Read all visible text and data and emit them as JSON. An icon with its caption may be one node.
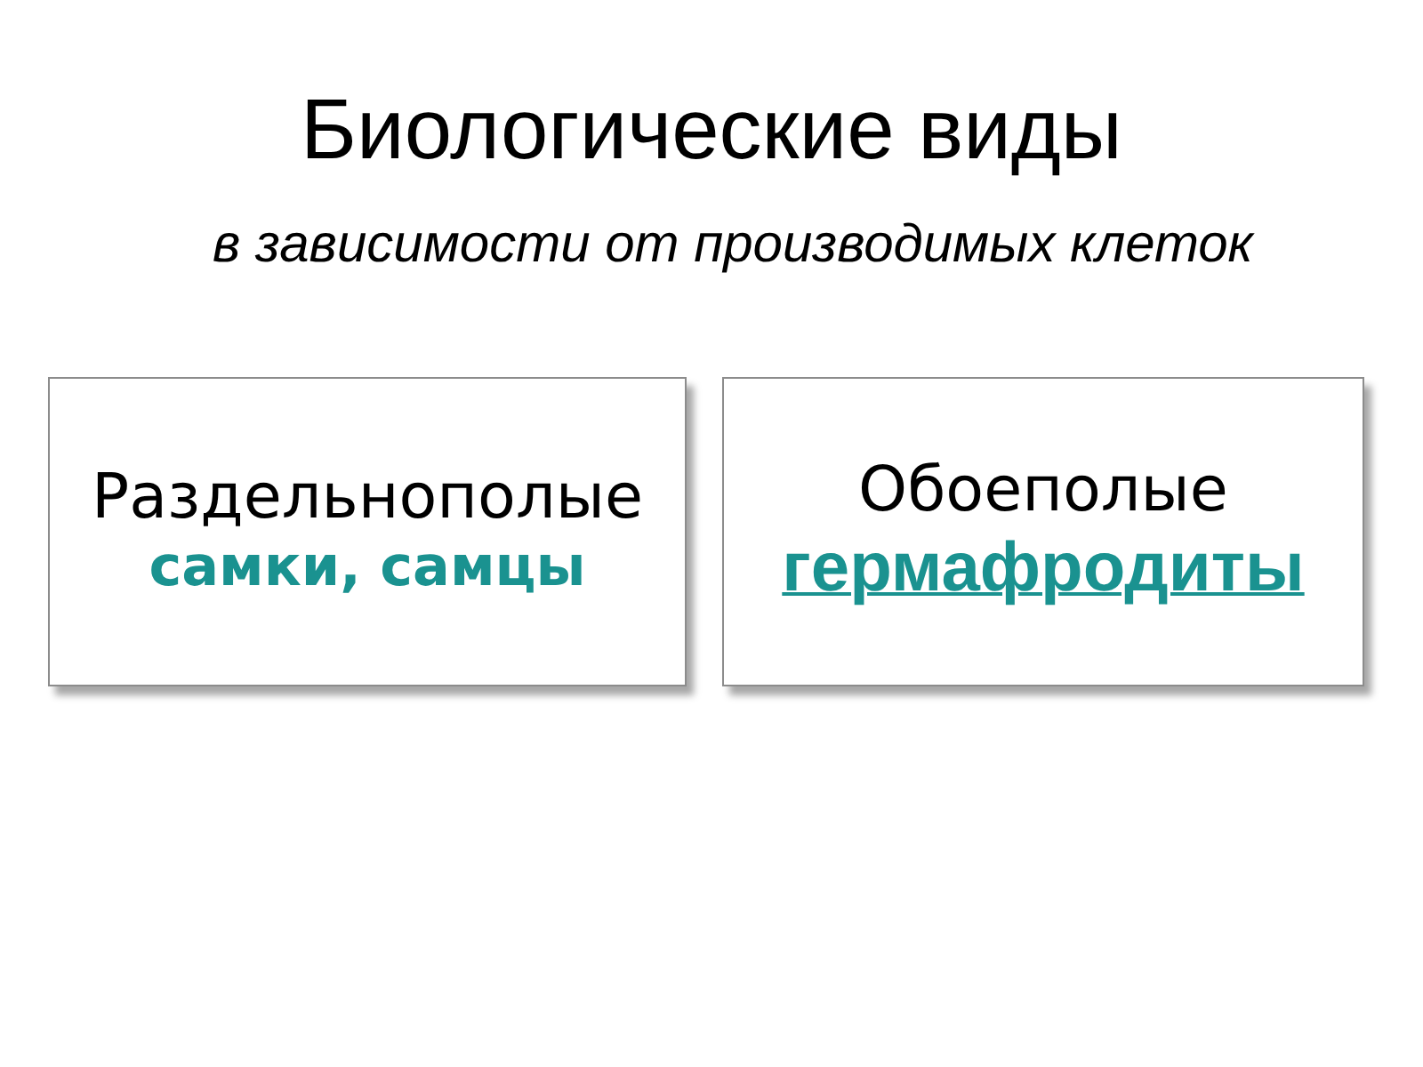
{
  "diagram": {
    "title": "Биологические виды",
    "nodes": [
      {
        "text": [
          "Раздельнополые",
          "самки, самцы"
        ]
      },
      {
        "text": [
          "Обоеполые",
          "гермафродиты"
        ]
      }
    ],
    "labels": [
      "в зависимости от производимых клеток"
    ]
  }
}
